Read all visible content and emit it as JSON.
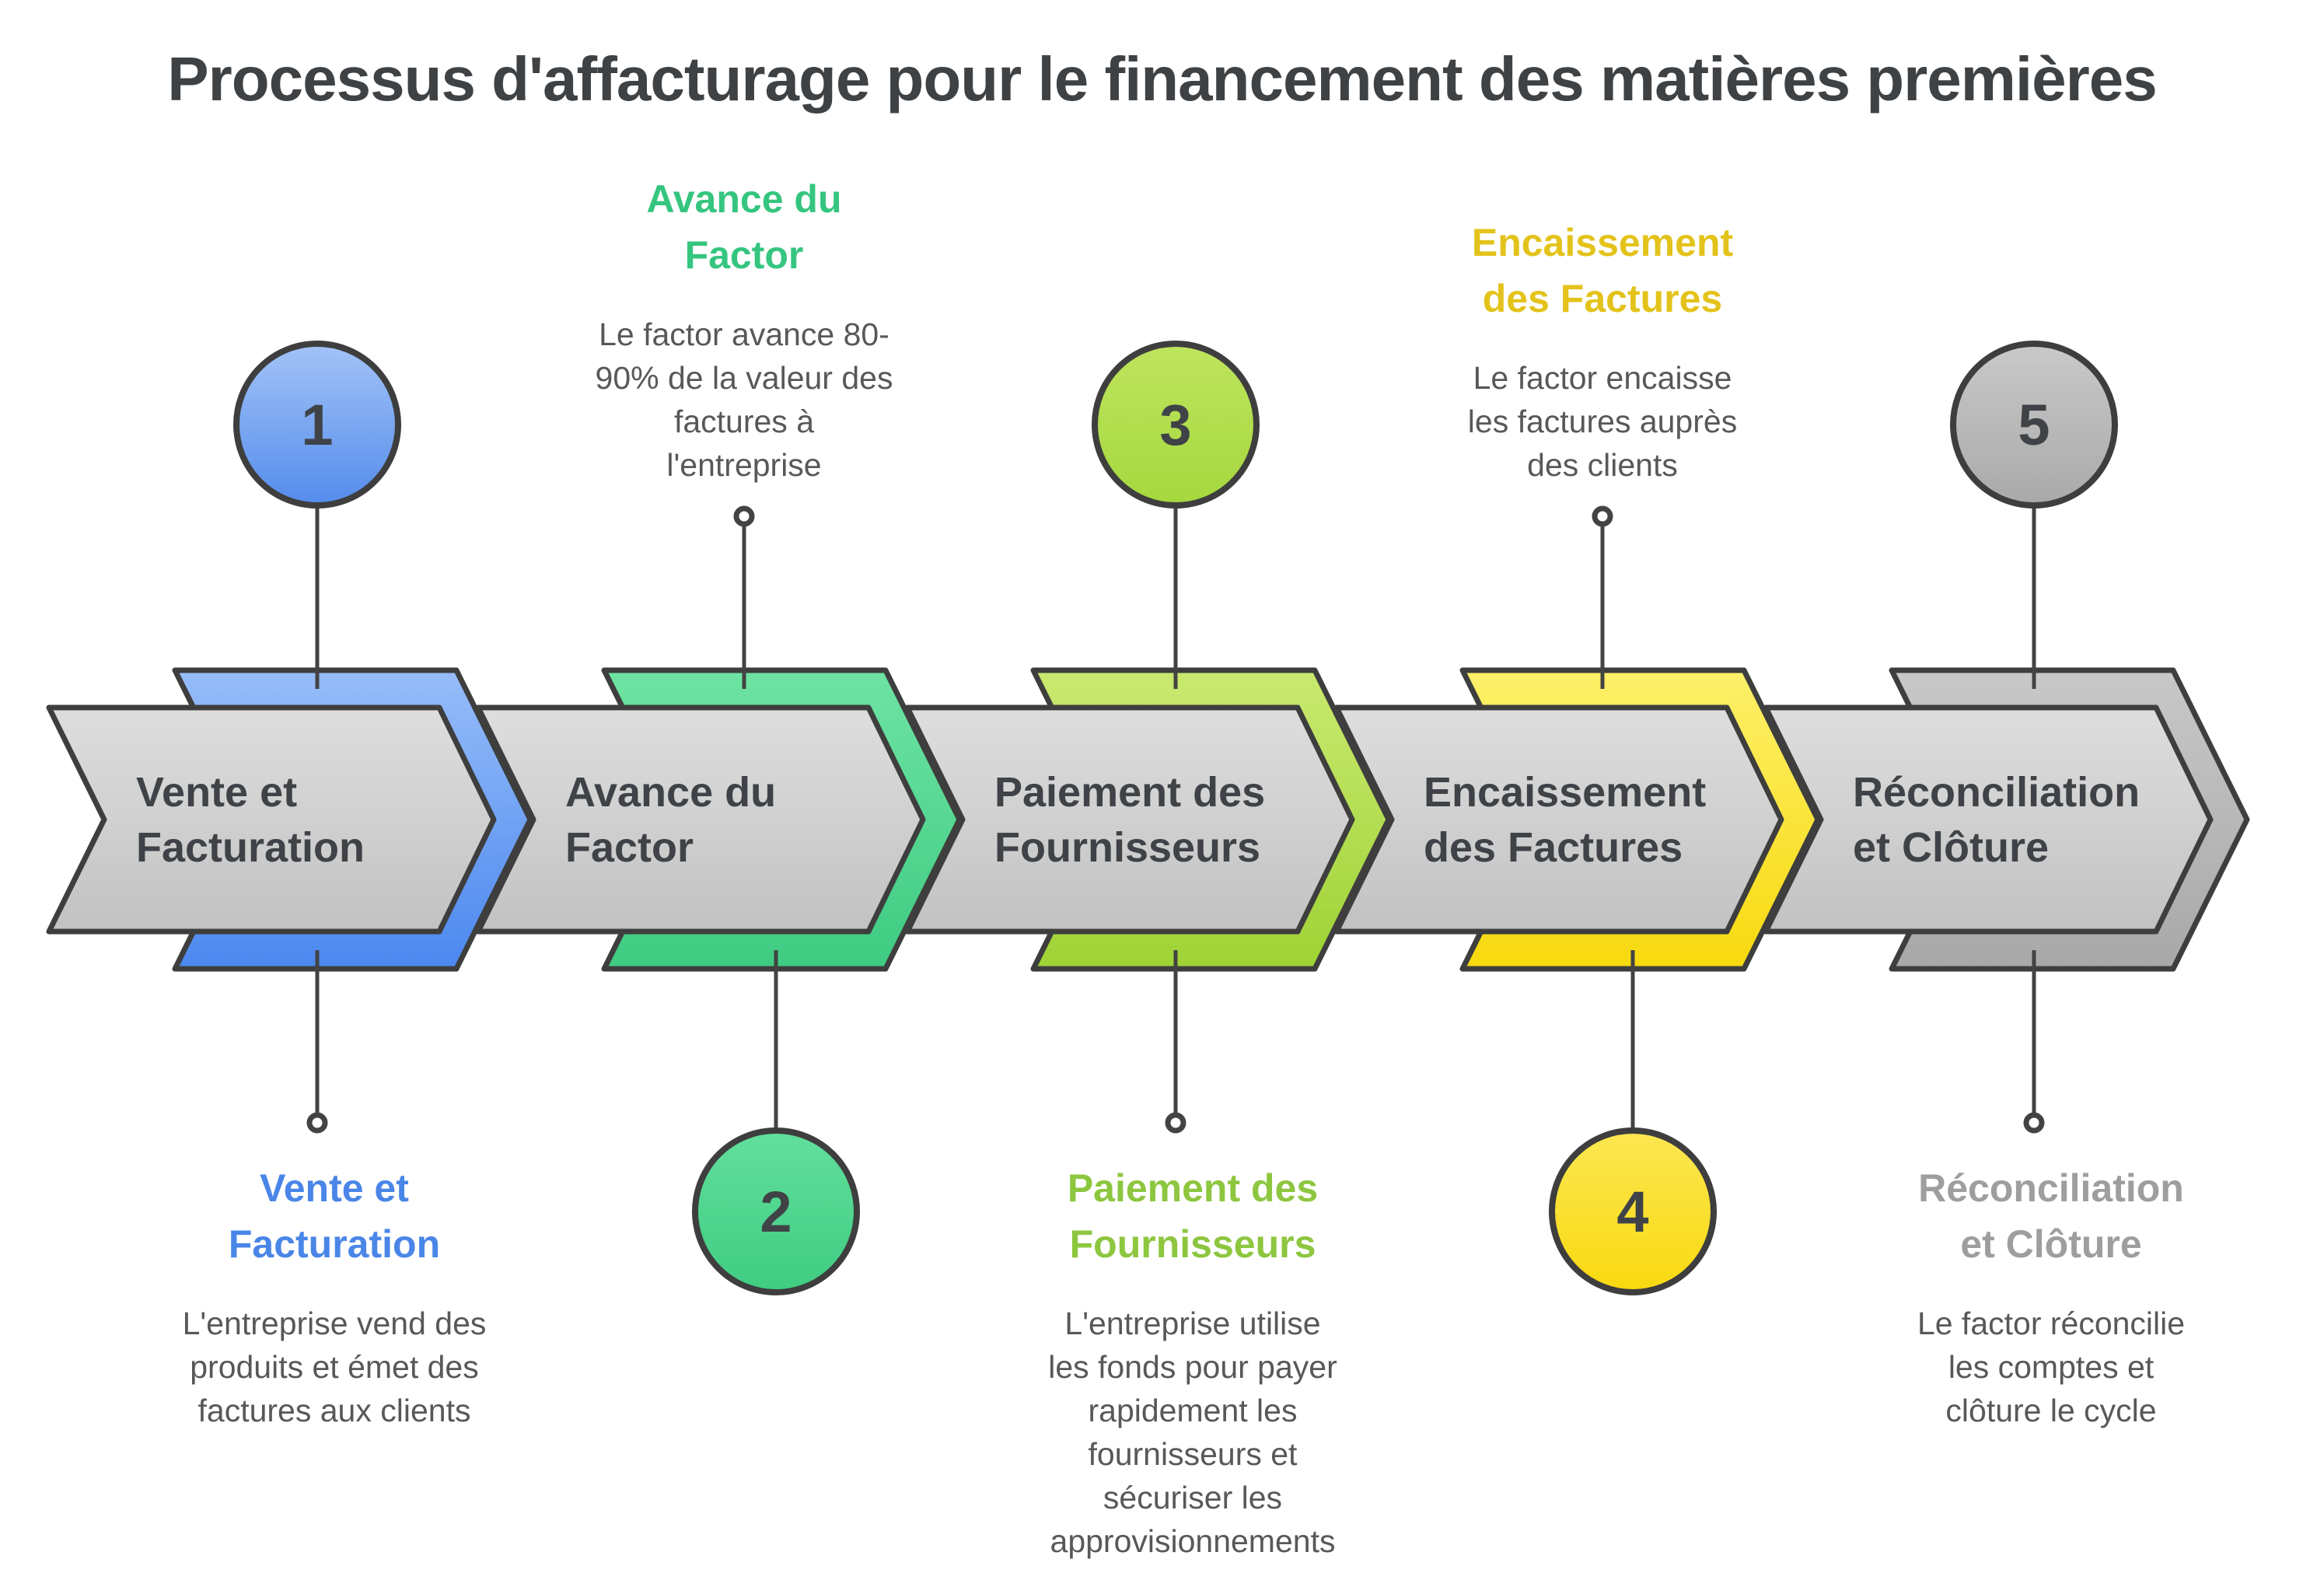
{
  "title": "Processus d'affacturage pour le financement des matières premières",
  "colors": {
    "outline": "#3e3e3e",
    "banner_top": "#dedede",
    "banner_bottom": "#c2c2c2",
    "title_text": "#3f4245",
    "label_text": "#3f4347",
    "body_text": "#56585a",
    "background": "#ffffff"
  },
  "steps": [
    {
      "number": "1",
      "label": "Vente et\nFacturation",
      "accent": "#4a86e8",
      "band_top": "#97bdf9",
      "band_bottom": "#4b88ef",
      "circle_top": "#a3c3f7",
      "circle_bottom": "#548cec",
      "circle_position": "top",
      "annotation_position": "bottom",
      "annotation_heading": "Vente et\nFacturation",
      "annotation_body": "L'entreprise vend des\nproduits et émet des\nfactures aux clients"
    },
    {
      "number": "2",
      "label": "Avance du\nFactor",
      "accent": "#35c57f",
      "band_top": "#6fe3a4",
      "band_bottom": "#3ecb81",
      "circle_top": "#62df9d",
      "circle_bottom": "#3fcc81",
      "circle_position": "bottom",
      "annotation_position": "top",
      "annotation_heading": "Avance du\nFactor",
      "annotation_body": "Le factor avance 80-\n90% de la valeur des\nfactures à\nl'entreprise"
    },
    {
      "number": "3",
      "label": "Paiement des\nFournisseurs",
      "accent": "#8dc63f",
      "band_top": "#c9e970",
      "band_bottom": "#9fd335",
      "circle_top": "#bfe45e",
      "circle_bottom": "#a5d83e",
      "circle_position": "top",
      "annotation_position": "bottom",
      "annotation_heading": "Paiement des\nFournisseurs",
      "annotation_body": "L'entreprise utilise\nles fonds pour payer\nrapidement les\nfournisseurs et\nsécuriser les\napprovisionnements"
    },
    {
      "number": "4",
      "label": "Encaissement\ndes Factures",
      "accent": "#e3c31b",
      "band_top": "#fdf06a",
      "band_bottom": "#f8d90e",
      "circle_top": "#fbe752",
      "circle_bottom": "#f9d90f",
      "circle_position": "bottom",
      "annotation_position": "top",
      "annotation_heading": "Encaissement\ndes Factures",
      "annotation_body": "Le factor encaisse\nles factures auprès\ndes clients"
    },
    {
      "number": "5",
      "label": "Réconciliation\net Clôture",
      "accent": "#9e9e9e",
      "band_top": "#c8c8c8",
      "band_bottom": "#a8a8a8",
      "circle_top": "#c9c9c9",
      "circle_bottom": "#a9a9a9",
      "circle_position": "top",
      "annotation_position": "bottom",
      "annotation_heading": "Réconciliation\net Clôture",
      "annotation_body": "Le factor réconcilie\nles comptes et\nclôture le cycle"
    }
  ]
}
